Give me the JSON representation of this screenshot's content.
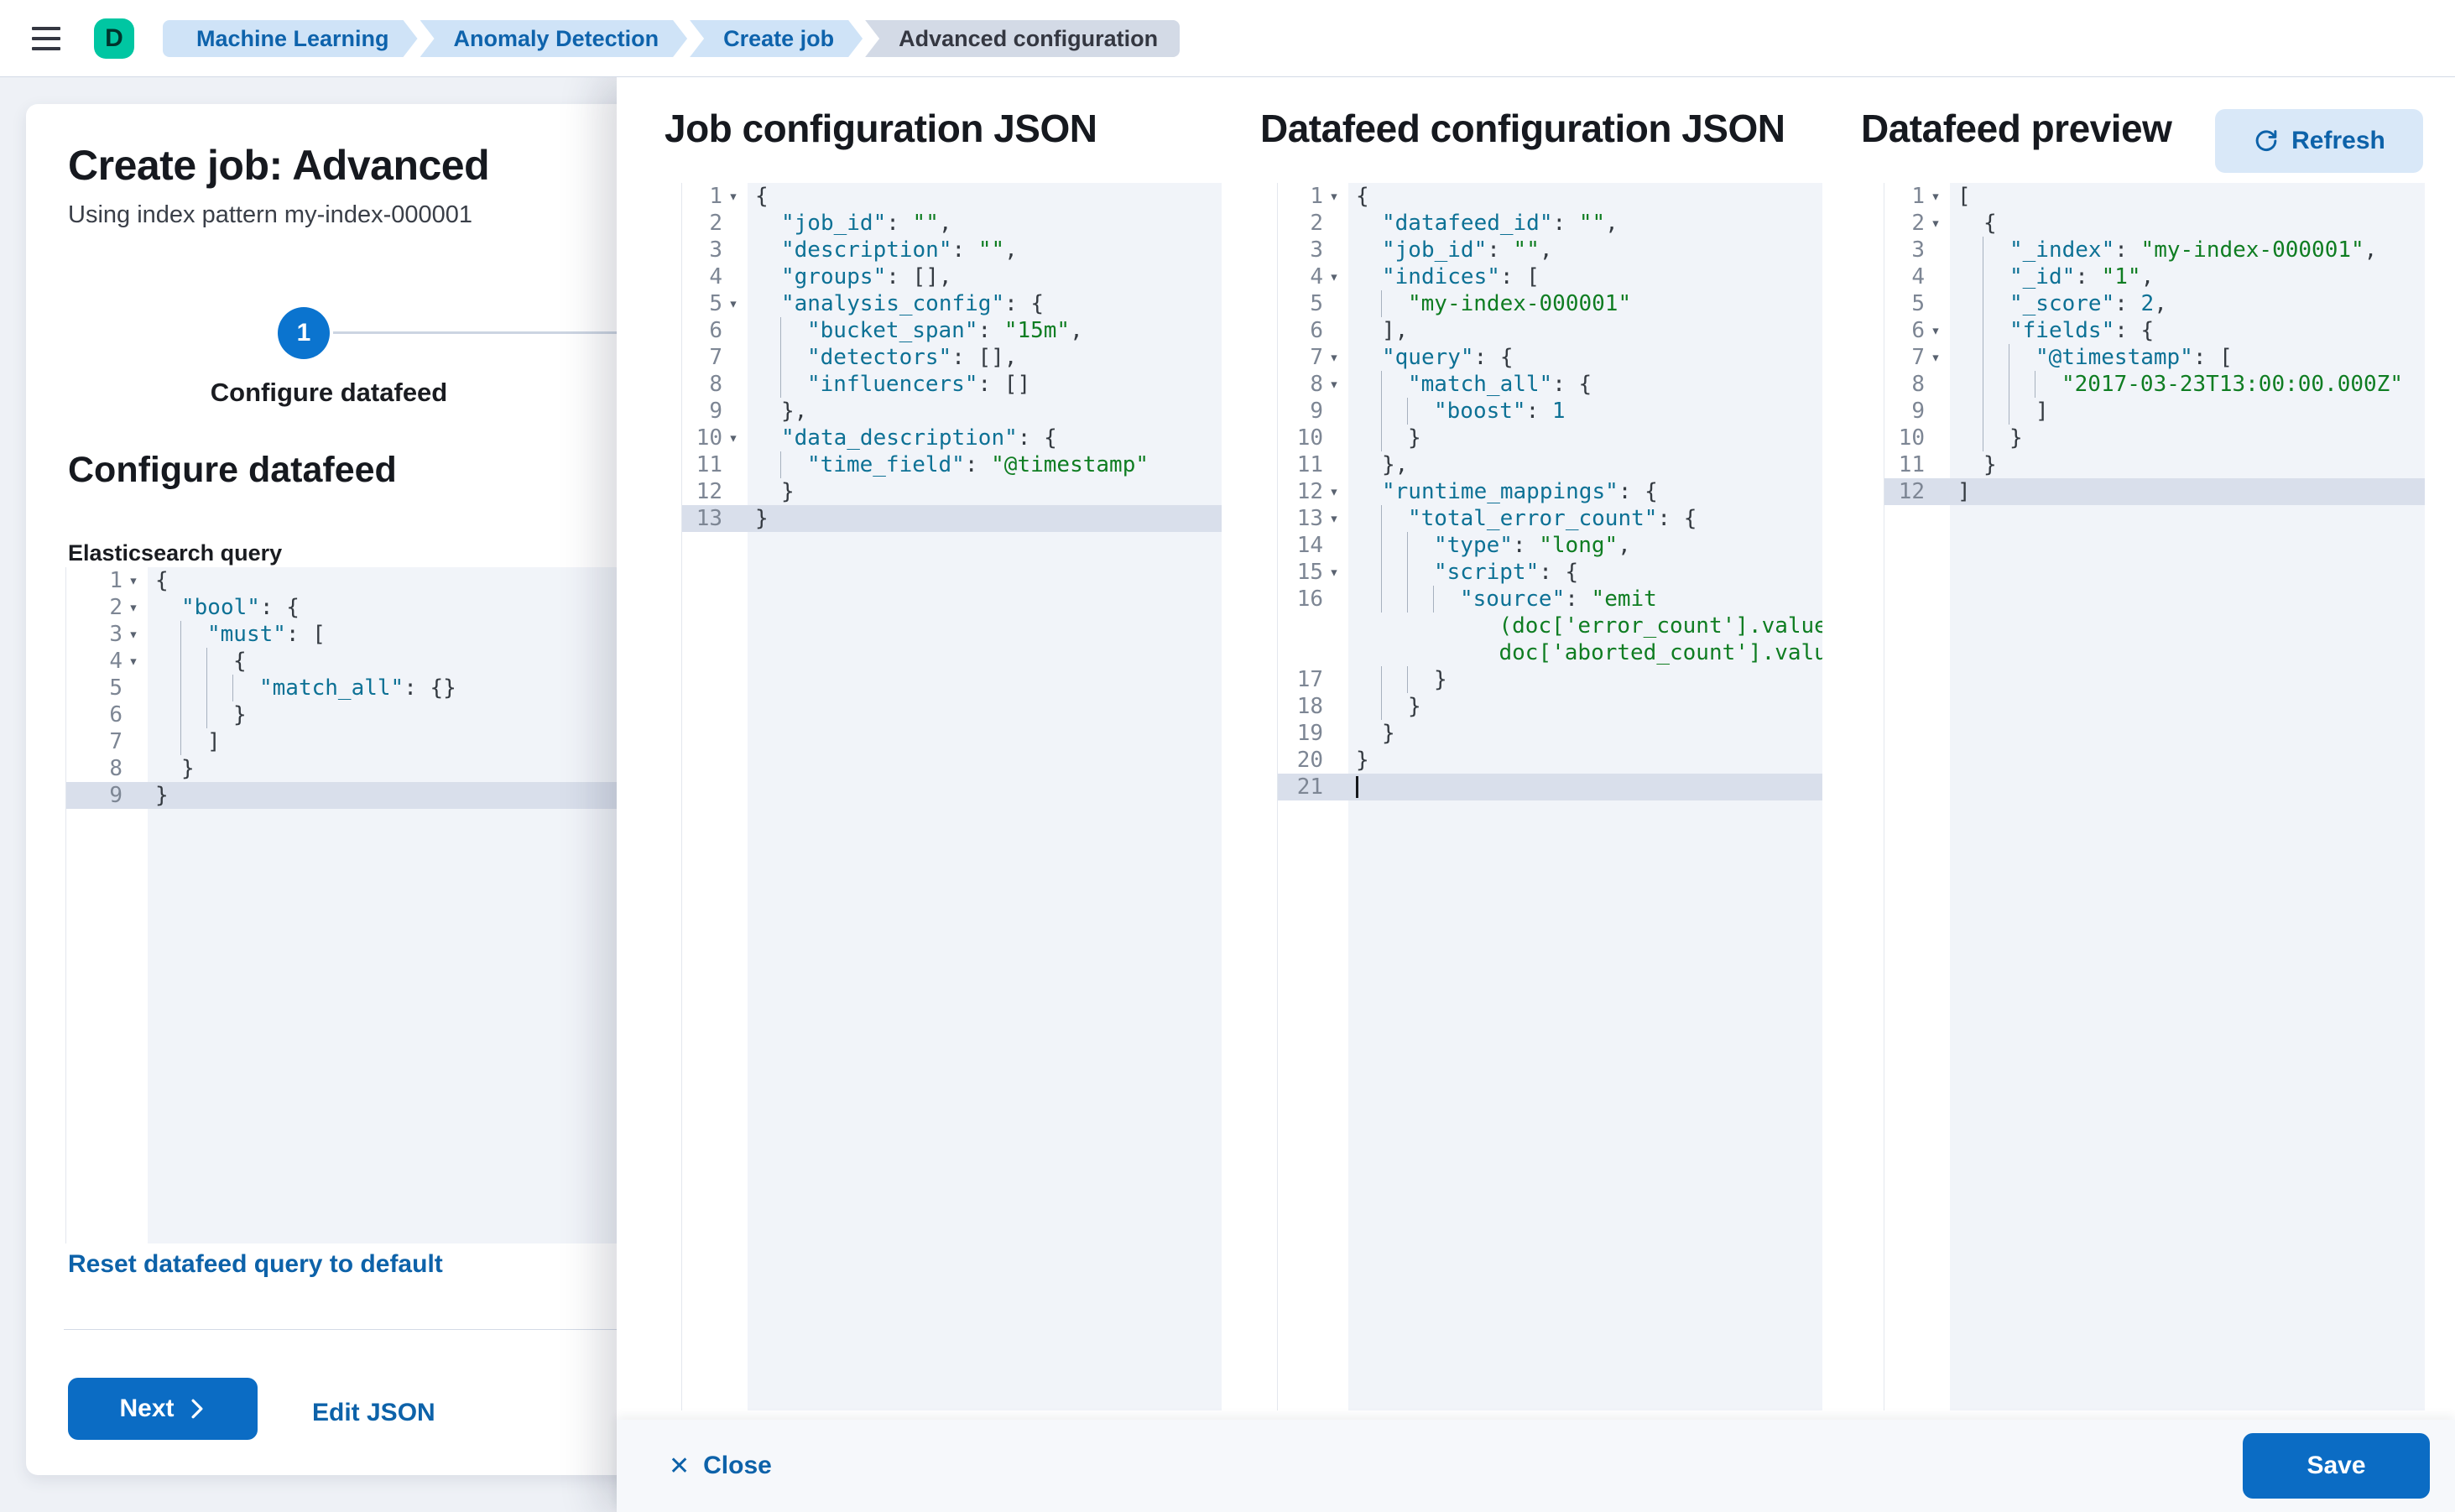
{
  "nav": {
    "avatar_initial": "D",
    "breadcrumbs": [
      {
        "label": "Machine Learning",
        "current": false
      },
      {
        "label": "Anomaly Detection",
        "current": false
      },
      {
        "label": "Create job",
        "current": false
      },
      {
        "label": "Advanced configuration",
        "current": true
      }
    ]
  },
  "wizard": {
    "title": "Create job: Advanced",
    "subtitle": "Using index pattern my-index-000001",
    "step_number": "1",
    "step_label": "Configure datafeed",
    "section_heading": "Configure datafeed",
    "query_label": "Elasticsearch query",
    "reset_link": "Reset datafeed query to default",
    "next_button": "Next",
    "edit_json_link": "Edit JSON"
  },
  "flyout": {
    "job_title": "Job configuration JSON",
    "datafeed_title": "Datafeed configuration JSON",
    "preview_title": "Datafeed preview",
    "refresh_button": "Refresh",
    "close_button": "Close",
    "save_button": "Save"
  },
  "colors": {
    "primary_button": "#0b6cc4",
    "link_blue": "#0d62a9",
    "avatar_teal": "#00c6a2",
    "breadcrumb_blue_bg": "#cfe3f7",
    "breadcrumb_gray_bg": "#d3dae6",
    "code_key": "#0d7195",
    "code_string": "#0f7d22",
    "code_active_line": "#d9dfeb",
    "code_background": "#f1f4f9"
  },
  "editors": {
    "es_query": {
      "lines": [
        {
          "n": "1",
          "f": 1,
          "g": 0,
          "i": 0,
          "s": [
            [
              "p",
              "{"
            ]
          ]
        },
        {
          "n": "2",
          "f": 1,
          "g": 0,
          "i": 1,
          "s": [
            [
              "k",
              "\"bool\""
            ],
            [
              "p",
              ": {"
            ]
          ]
        },
        {
          "n": "3",
          "f": 1,
          "g": 1,
          "i": 2,
          "s": [
            [
              "k",
              "\"must\""
            ],
            [
              "p",
              ": ["
            ]
          ]
        },
        {
          "n": "4",
          "f": 1,
          "g": 2,
          "i": 3,
          "s": [
            [
              "p",
              "{"
            ]
          ]
        },
        {
          "n": "5",
          "g": 3,
          "i": 4,
          "s": [
            [
              "k",
              "\"match_all\""
            ],
            [
              "p",
              ": {}"
            ]
          ]
        },
        {
          "n": "6",
          "g": 2,
          "i": 3,
          "s": [
            [
              "p",
              "}"
            ]
          ]
        },
        {
          "n": "7",
          "g": 1,
          "i": 2,
          "s": [
            [
              "p",
              "]"
            ]
          ]
        },
        {
          "n": "8",
          "g": 0,
          "i": 1,
          "s": [
            [
              "p",
              "}"
            ]
          ]
        },
        {
          "n": "9",
          "g": 0,
          "i": 0,
          "a": 1,
          "s": [
            [
              "p",
              "}"
            ]
          ]
        }
      ]
    },
    "job_config": {
      "lines": [
        {
          "n": "1",
          "f": 1,
          "g": 0,
          "i": 0,
          "s": [
            [
              "p",
              "{"
            ]
          ]
        },
        {
          "n": "2",
          "g": 0,
          "i": 1,
          "s": [
            [
              "k",
              "\"job_id\""
            ],
            [
              "p",
              ": "
            ],
            [
              "s",
              "\"\""
            ],
            [
              "p",
              ","
            ]
          ]
        },
        {
          "n": "3",
          "g": 0,
          "i": 1,
          "s": [
            [
              "k",
              "\"description\""
            ],
            [
              "p",
              ": "
            ],
            [
              "s",
              "\"\""
            ],
            [
              "p",
              ","
            ]
          ]
        },
        {
          "n": "4",
          "g": 0,
          "i": 1,
          "s": [
            [
              "k",
              "\"groups\""
            ],
            [
              "p",
              ": [],"
            ]
          ]
        },
        {
          "n": "5",
          "f": 1,
          "g": 0,
          "i": 1,
          "s": [
            [
              "k",
              "\"analysis_config\""
            ],
            [
              "p",
              ": {"
            ]
          ]
        },
        {
          "n": "6",
          "g": 1,
          "i": 2,
          "s": [
            [
              "k",
              "\"bucket_span\""
            ],
            [
              "p",
              ": "
            ],
            [
              "s",
              "\"15m\""
            ],
            [
              "p",
              ","
            ]
          ]
        },
        {
          "n": "7",
          "g": 1,
          "i": 2,
          "s": [
            [
              "k",
              "\"detectors\""
            ],
            [
              "p",
              ": [],"
            ]
          ]
        },
        {
          "n": "8",
          "g": 1,
          "i": 2,
          "s": [
            [
              "k",
              "\"influencers\""
            ],
            [
              "p",
              ": []"
            ]
          ]
        },
        {
          "n": "9",
          "g": 0,
          "i": 1,
          "s": [
            [
              "p",
              "},"
            ]
          ]
        },
        {
          "n": "10",
          "f": 1,
          "g": 0,
          "i": 1,
          "s": [
            [
              "k",
              "\"data_description\""
            ],
            [
              "p",
              ": {"
            ]
          ]
        },
        {
          "n": "11",
          "g": 1,
          "i": 2,
          "s": [
            [
              "k",
              "\"time_field\""
            ],
            [
              "p",
              ": "
            ],
            [
              "s",
              "\"@timestamp\""
            ]
          ]
        },
        {
          "n": "12",
          "g": 0,
          "i": 1,
          "s": [
            [
              "p",
              "}"
            ]
          ]
        },
        {
          "n": "13",
          "g": 0,
          "i": 0,
          "a": 1,
          "s": [
            [
              "p",
              "}"
            ]
          ]
        }
      ]
    },
    "datafeed_config": {
      "lines": [
        {
          "n": "1",
          "f": 1,
          "g": 0,
          "i": 0,
          "s": [
            [
              "p",
              "{"
            ]
          ]
        },
        {
          "n": "2",
          "g": 0,
          "i": 1,
          "s": [
            [
              "k",
              "\"datafeed_id\""
            ],
            [
              "p",
              ": "
            ],
            [
              "s",
              "\"\""
            ],
            [
              "p",
              ","
            ]
          ]
        },
        {
          "n": "3",
          "g": 0,
          "i": 1,
          "s": [
            [
              "k",
              "\"job_id\""
            ],
            [
              "p",
              ": "
            ],
            [
              "s",
              "\"\""
            ],
            [
              "p",
              ","
            ]
          ]
        },
        {
          "n": "4",
          "f": 1,
          "g": 0,
          "i": 1,
          "s": [
            [
              "k",
              "\"indices\""
            ],
            [
              "p",
              ": ["
            ]
          ]
        },
        {
          "n": "5",
          "g": 1,
          "i": 2,
          "s": [
            [
              "s",
              "\"my-index-000001\""
            ]
          ]
        },
        {
          "n": "6",
          "g": 0,
          "i": 1,
          "s": [
            [
              "p",
              "],"
            ]
          ]
        },
        {
          "n": "7",
          "f": 1,
          "g": 0,
          "i": 1,
          "s": [
            [
              "k",
              "\"query\""
            ],
            [
              "p",
              ": {"
            ]
          ]
        },
        {
          "n": "8",
          "f": 1,
          "g": 1,
          "i": 2,
          "s": [
            [
              "k",
              "\"match_all\""
            ],
            [
              "p",
              ": {"
            ]
          ]
        },
        {
          "n": "9",
          "g": 2,
          "i": 3,
          "s": [
            [
              "k",
              "\"boost\""
            ],
            [
              "p",
              ": "
            ],
            [
              "n",
              "1"
            ]
          ]
        },
        {
          "n": "10",
          "g": 1,
          "i": 2,
          "s": [
            [
              "p",
              "}"
            ]
          ]
        },
        {
          "n": "11",
          "g": 0,
          "i": 1,
          "s": [
            [
              "p",
              "},"
            ]
          ]
        },
        {
          "n": "12",
          "f": 1,
          "g": 0,
          "i": 1,
          "s": [
            [
              "k",
              "\"runtime_mappings\""
            ],
            [
              "p",
              ": {"
            ]
          ]
        },
        {
          "n": "13",
          "f": 1,
          "g": 1,
          "i": 2,
          "s": [
            [
              "k",
              "\"total_error_count\""
            ],
            [
              "p",
              ": {"
            ]
          ]
        },
        {
          "n": "14",
          "g": 2,
          "i": 3,
          "s": [
            [
              "k",
              "\"type\""
            ],
            [
              "p",
              ": "
            ],
            [
              "s",
              "\"long\""
            ],
            [
              "p",
              ","
            ]
          ]
        },
        {
          "n": "15",
          "f": 1,
          "g": 2,
          "i": 3,
          "s": [
            [
              "k",
              "\"script\""
            ],
            [
              "p",
              ": {"
            ]
          ]
        },
        {
          "n": "16",
          "g": 3,
          "i": 4,
          "s": [
            [
              "k",
              "\"source\""
            ],
            [
              "p",
              ": "
            ],
            [
              "s",
              "\"emit"
            ]
          ]
        },
        {
          "n": "",
          "g": 0,
          "i": 5.5,
          "s": [
            [
              "s",
              "(doc['error_count'].value +"
            ]
          ]
        },
        {
          "n": "",
          "g": 0,
          "i": 5.5,
          "s": [
            [
              "s",
              "doc['aborted_count'].value)\""
            ]
          ]
        },
        {
          "n": "17",
          "g": 2,
          "i": 3,
          "s": [
            [
              "p",
              "}"
            ]
          ]
        },
        {
          "n": "18",
          "g": 1,
          "i": 2,
          "s": [
            [
              "p",
              "}"
            ]
          ]
        },
        {
          "n": "19",
          "g": 0,
          "i": 1,
          "s": [
            [
              "p",
              "}"
            ]
          ]
        },
        {
          "n": "20",
          "g": 0,
          "i": 0,
          "s": [
            [
              "p",
              "}"
            ]
          ]
        },
        {
          "n": "21",
          "g": 0,
          "i": 0,
          "a": 1,
          "cursor": 1,
          "s": []
        }
      ]
    },
    "preview": {
      "lines": [
        {
          "n": "1",
          "f": 1,
          "g": 0,
          "i": 0,
          "s": [
            [
              "p",
              "["
            ]
          ]
        },
        {
          "n": "2",
          "f": 1,
          "g": 0,
          "i": 1,
          "s": [
            [
              "p",
              "{"
            ]
          ]
        },
        {
          "n": "3",
          "g": 1,
          "i": 2,
          "s": [
            [
              "k",
              "\"_index\""
            ],
            [
              "p",
              ": "
            ],
            [
              "s",
              "\"my-index-000001\""
            ],
            [
              "p",
              ","
            ]
          ]
        },
        {
          "n": "4",
          "g": 1,
          "i": 2,
          "s": [
            [
              "k",
              "\"_id\""
            ],
            [
              "p",
              ": "
            ],
            [
              "s",
              "\"1\""
            ],
            [
              "p",
              ","
            ]
          ]
        },
        {
          "n": "5",
          "g": 1,
          "i": 2,
          "s": [
            [
              "k",
              "\"_score\""
            ],
            [
              "p",
              ": "
            ],
            [
              "n",
              "2"
            ],
            [
              "p",
              ","
            ]
          ]
        },
        {
          "n": "6",
          "f": 1,
          "g": 1,
          "i": 2,
          "s": [
            [
              "k",
              "\"fields\""
            ],
            [
              "p",
              ": {"
            ]
          ]
        },
        {
          "n": "7",
          "f": 1,
          "g": 2,
          "i": 3,
          "s": [
            [
              "k",
              "\"@timestamp\""
            ],
            [
              "p",
              ": ["
            ]
          ]
        },
        {
          "n": "8",
          "g": 3,
          "i": 4,
          "s": [
            [
              "s",
              "\"2017-03-23T13:00:00.000Z\""
            ]
          ]
        },
        {
          "n": "9",
          "g": 2,
          "i": 3,
          "s": [
            [
              "p",
              "]"
            ]
          ]
        },
        {
          "n": "10",
          "g": 1,
          "i": 2,
          "s": [
            [
              "p",
              "}"
            ]
          ]
        },
        {
          "n": "11",
          "g": 0,
          "i": 1,
          "s": [
            [
              "p",
              "}"
            ]
          ]
        },
        {
          "n": "12",
          "g": 0,
          "i": 0,
          "a": 1,
          "s": [
            [
              "p",
              "]"
            ]
          ]
        }
      ]
    }
  }
}
